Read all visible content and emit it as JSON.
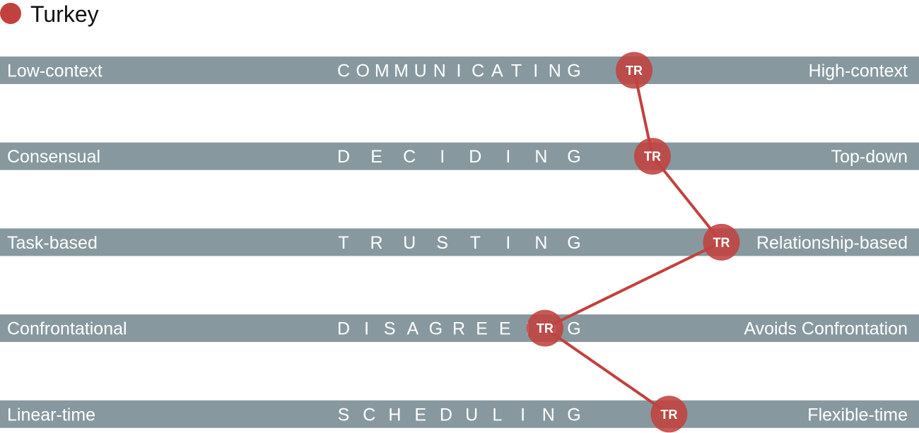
{
  "chart_data": {
    "type": "scatter",
    "legend": {
      "label": "Turkey",
      "color": "#c2413f",
      "placement": "top-left"
    },
    "bar_color": "#87999f",
    "marker_color": "#c2413f",
    "scale": [
      0,
      100
    ],
    "scales": [
      {
        "dimension": "COMMUNICATING",
        "left": "Low-context",
        "right": "High-context",
        "value": 69.0
      },
      {
        "dimension": "DECIDING",
        "left": "Consensual",
        "right": "Top-down",
        "value": 71.0
      },
      {
        "dimension": "TRUSTING",
        "left": "Task-based",
        "right": "Relationship-based",
        "value": 78.5
      },
      {
        "dimension": "DISAGREEING",
        "left": "Confrontational",
        "right": "Avoids Confrontation",
        "value": 59.3
      },
      {
        "dimension": "SCHEDULING",
        "left": "Linear-time",
        "right": "Flexible-time",
        "value": 72.8
      }
    ],
    "series": [
      {
        "marker_label": "TR"
      }
    ]
  }
}
